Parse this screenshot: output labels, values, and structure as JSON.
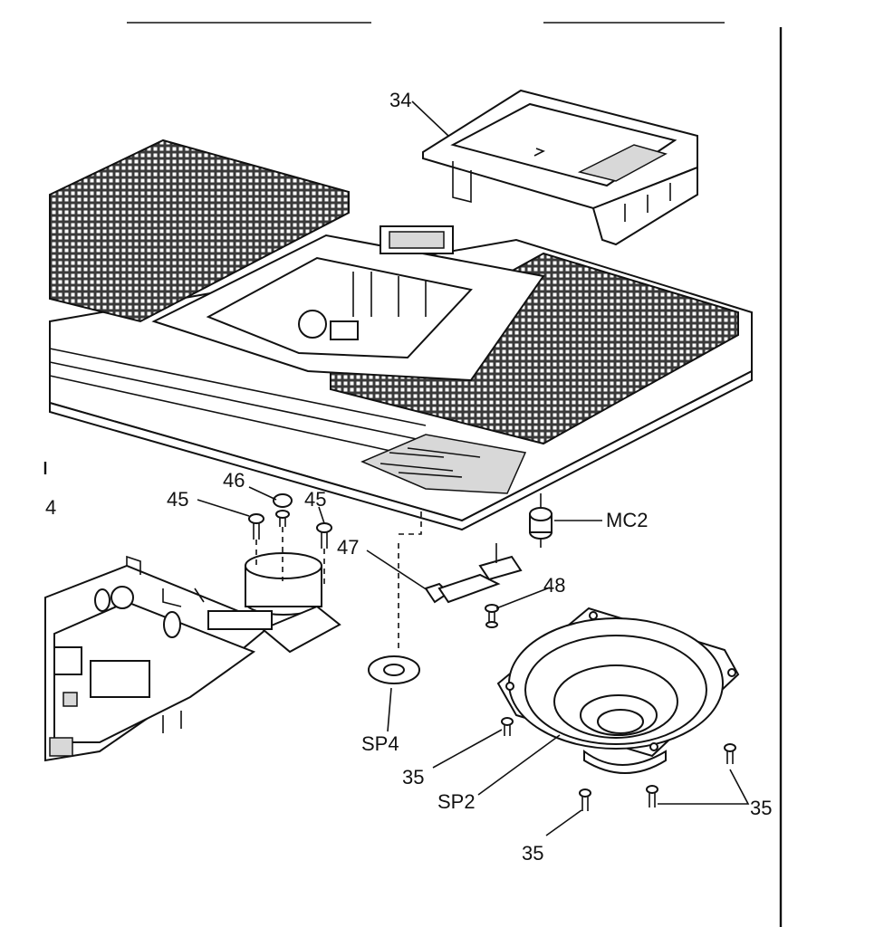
{
  "diagram": {
    "labels": {
      "p34": "34",
      "p46": "46",
      "p45a": "45",
      "p45b": "45",
      "p47": "47",
      "p48": "48",
      "mc2": "MC2",
      "sp4": "SP4",
      "sp2": "SP2",
      "p35a": "35",
      "p35b": "35",
      "p35c": "35",
      "edge_4": "4"
    }
  }
}
